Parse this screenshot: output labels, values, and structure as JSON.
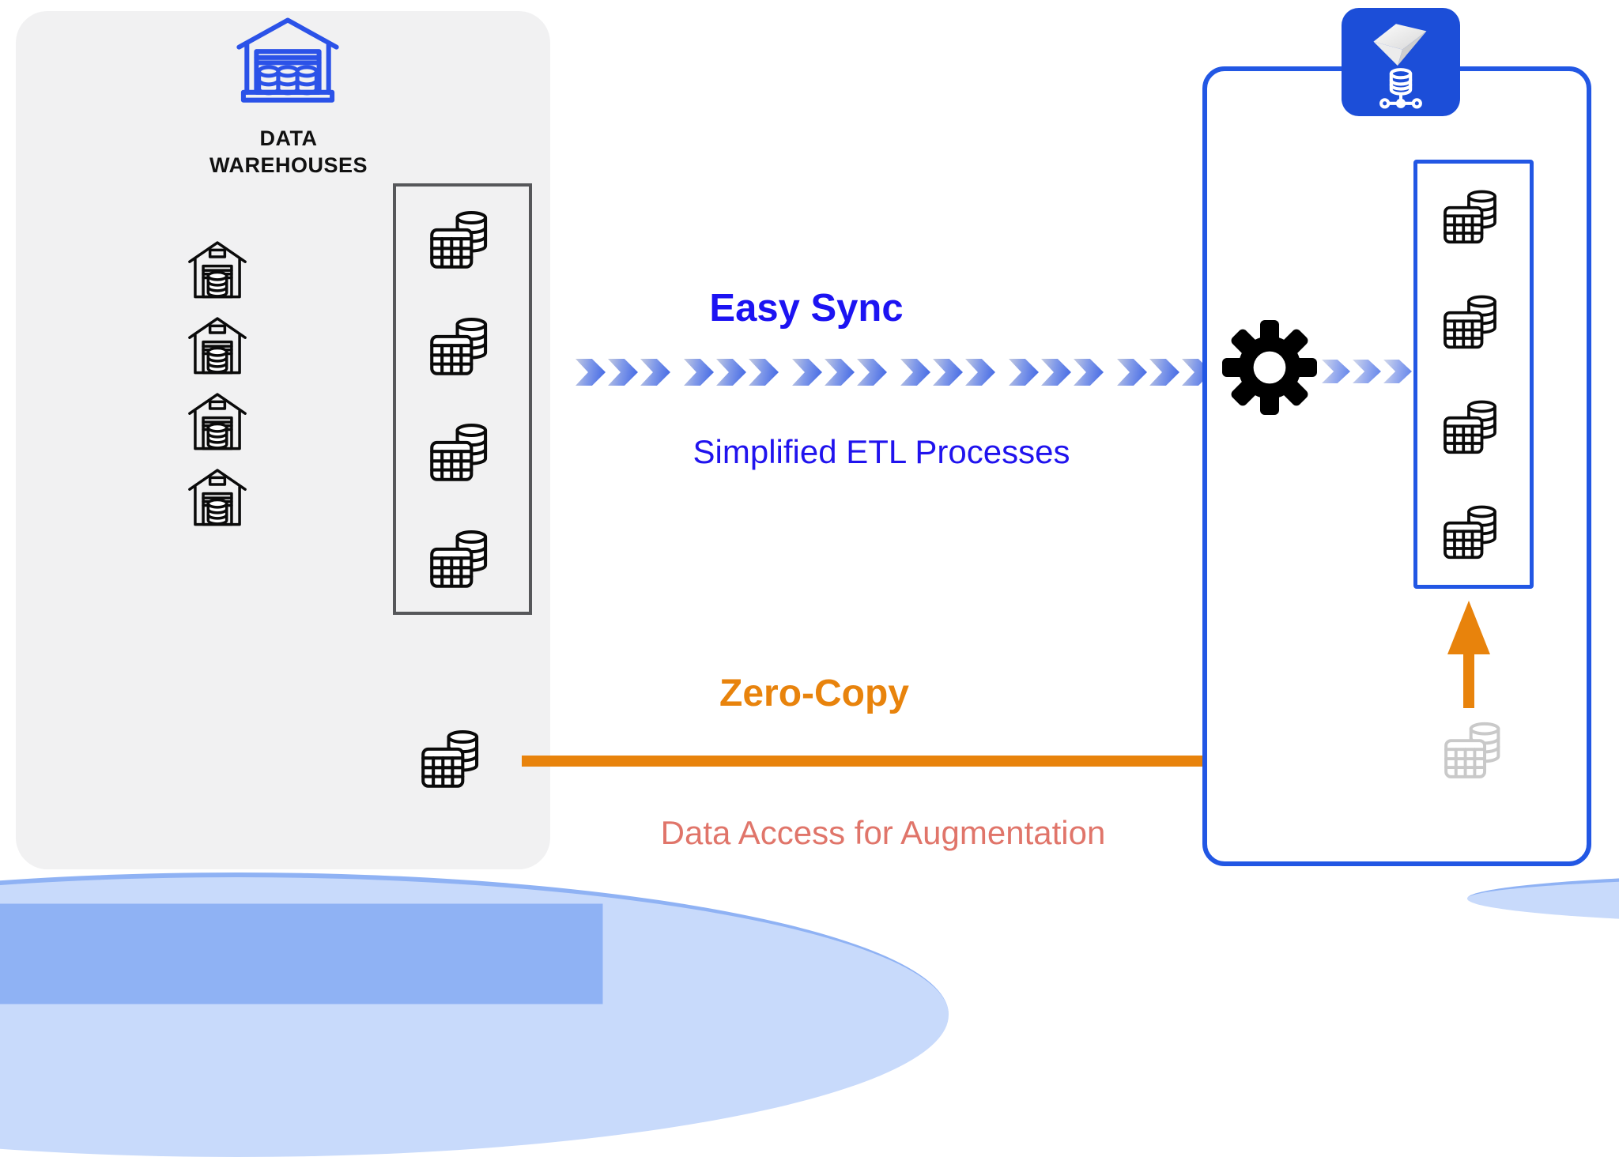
{
  "source_panel": {
    "title_line1": "DATA",
    "title_line2": "WAREHOUSES",
    "warehouse_icon_count": 4,
    "staged_table_icon_count": 4,
    "background_color": "#f1f1f2",
    "stage_box_border_color": "#56575a"
  },
  "easy_sync_flow": {
    "title": "Easy Sync",
    "subtitle": "Simplified ETL Processes",
    "title_color": "#1c13f2",
    "subtitle_color": "#2013ee",
    "arrow_style": "dashed-chevrons",
    "chevron_groups": 6,
    "chevrons_per_group": 3
  },
  "zero_copy_flow": {
    "title": "Zero-Copy",
    "subtitle": "Data Access for Augmentation",
    "title_color": "#e8830c",
    "subtitle_color": "#e0756a",
    "arrow_color": "#e8830c"
  },
  "platform_panel": {
    "border_color": "#2257e4",
    "app_icon": "gem-database",
    "app_icon_background": "#1c4ed8",
    "synced_table_icon_count": 4,
    "faded_table_icon_color": "#c9c9c9"
  },
  "accent_colors": {
    "warehouse_blue": "#2b52e8",
    "royal_blue_border": "#2257e4",
    "pure_blue_text": "#1c13f2",
    "orange": "#e8830c",
    "salmon": "#e0756a",
    "swoosh_blue": "#c8dafb"
  }
}
